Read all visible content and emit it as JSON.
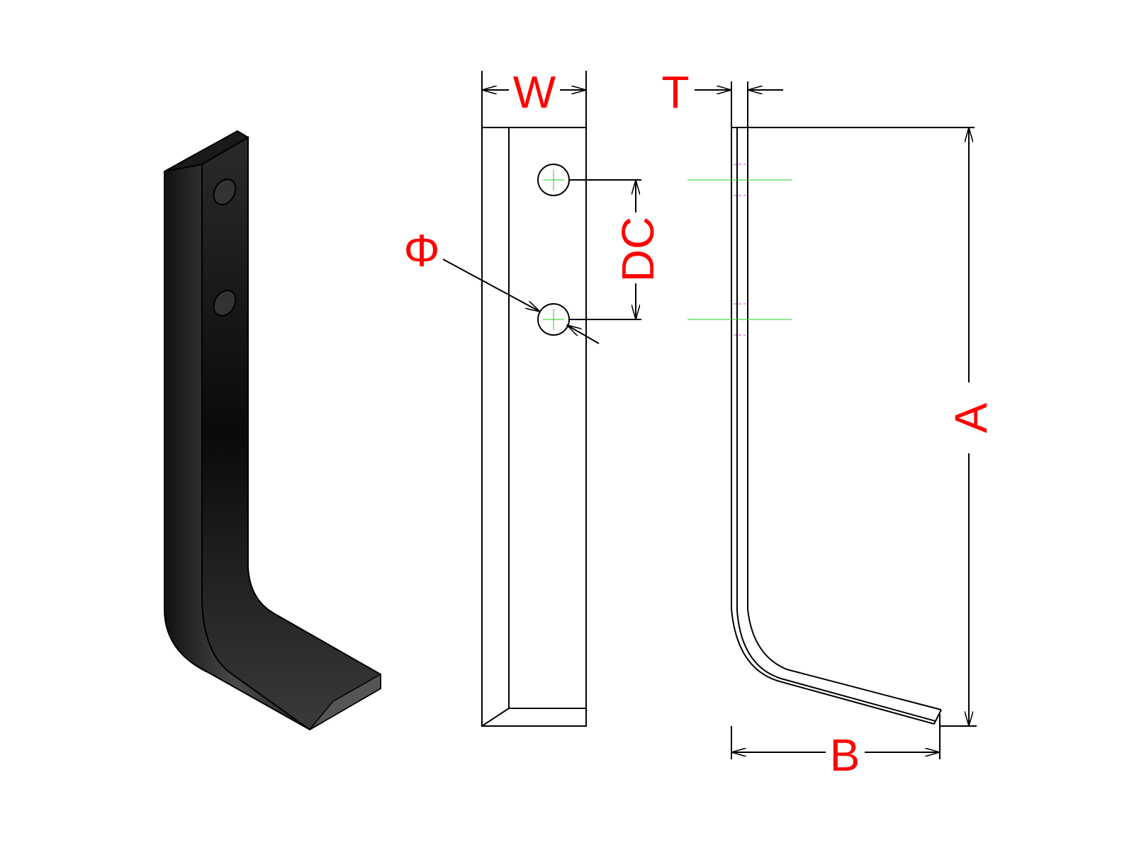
{
  "labels": {
    "width": "W",
    "thickness": "T",
    "hole_distance": "DC",
    "hole_diameter": "Φ",
    "height": "A",
    "base_length": "B"
  },
  "colors": {
    "dimension_text": "#ff0000",
    "centerline": "#22cc22",
    "hidden_line": "#d040d0"
  }
}
